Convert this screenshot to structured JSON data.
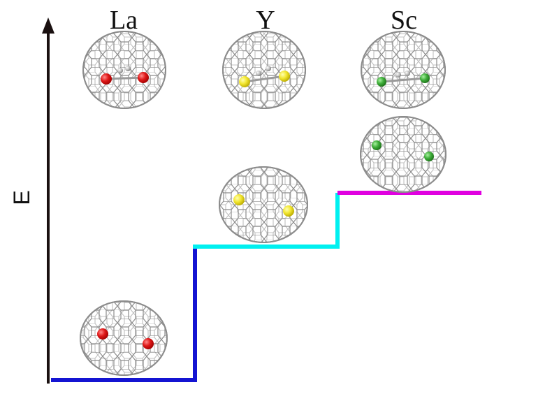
{
  "axis": {
    "label": "E"
  },
  "metals": [
    {
      "symbol": "La",
      "atom_color": "#e02020"
    },
    {
      "symbol": "Y",
      "atom_color": "#f2e83a"
    },
    {
      "symbol": "Sc",
      "atom_color": "#3fae3a"
    }
  ],
  "cage": {
    "stroke_color": "#8c8c8c",
    "carbide_color": "#b8b8b8"
  },
  "steps": [
    {
      "metal": "La",
      "color": "#1414d2",
      "energy_rank": 1
    },
    {
      "metal": "Y",
      "color": "#00f0f0",
      "energy_rank": 2
    },
    {
      "metal": "Sc",
      "color": "#e000e0",
      "energy_rank": 3
    }
  ],
  "axis_color": "#1a1010"
}
